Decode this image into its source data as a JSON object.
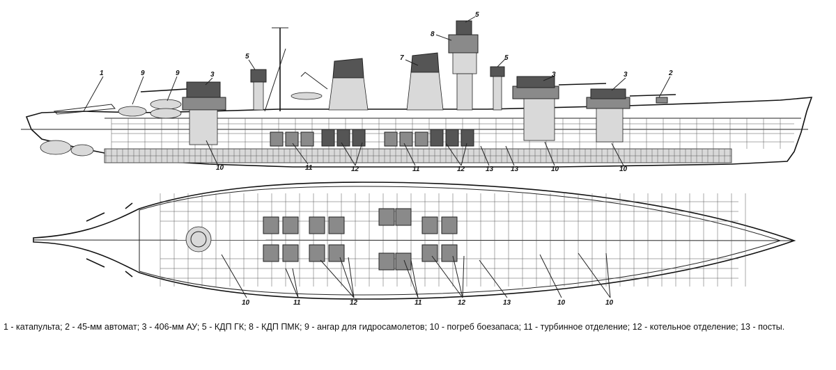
{
  "callouts": {
    "side": [
      {
        "id": "s1",
        "text": "1"
      },
      {
        "id": "s9a",
        "text": "9"
      },
      {
        "id": "s9b",
        "text": "9"
      },
      {
        "id": "s3a",
        "text": "3"
      },
      {
        "id": "s5a",
        "text": "5"
      },
      {
        "id": "s7",
        "text": "7"
      },
      {
        "id": "s5b",
        "text": "5"
      },
      {
        "id": "s8",
        "text": "8"
      },
      {
        "id": "s5c",
        "text": "5"
      },
      {
        "id": "s3b",
        "text": "3"
      },
      {
        "id": "s3c",
        "text": "3"
      },
      {
        "id": "s2",
        "text": "2"
      },
      {
        "id": "s10a",
        "text": "10"
      },
      {
        "id": "s11a",
        "text": "11"
      },
      {
        "id": "s12a",
        "text": "12"
      },
      {
        "id": "s11b",
        "text": "11"
      },
      {
        "id": "s12b",
        "text": "12"
      },
      {
        "id": "s13a",
        "text": "13"
      },
      {
        "id": "s13b",
        "text": "13"
      },
      {
        "id": "s10b",
        "text": "10"
      },
      {
        "id": "s10c",
        "text": "10"
      }
    ],
    "plan": [
      {
        "id": "p10a",
        "text": "10"
      },
      {
        "id": "p11a",
        "text": "11"
      },
      {
        "id": "p12a",
        "text": "12"
      },
      {
        "id": "p11b",
        "text": "11"
      },
      {
        "id": "p12b",
        "text": "12"
      },
      {
        "id": "p13",
        "text": "13"
      },
      {
        "id": "p10b",
        "text": "10"
      },
      {
        "id": "p10c",
        "text": "10"
      }
    ]
  },
  "legend": {
    "text": "1 - катапульта; 2 - 45-мм автомат; 3 - 406-мм АУ; 5 - КДП ГК; 8 - КДП ПМК; 9 - ангар для  гидросамолетов; 10 - погреб боезапаса; 11 - турбинное отделение; 12 - котельное отделение; 13 - посты."
  }
}
